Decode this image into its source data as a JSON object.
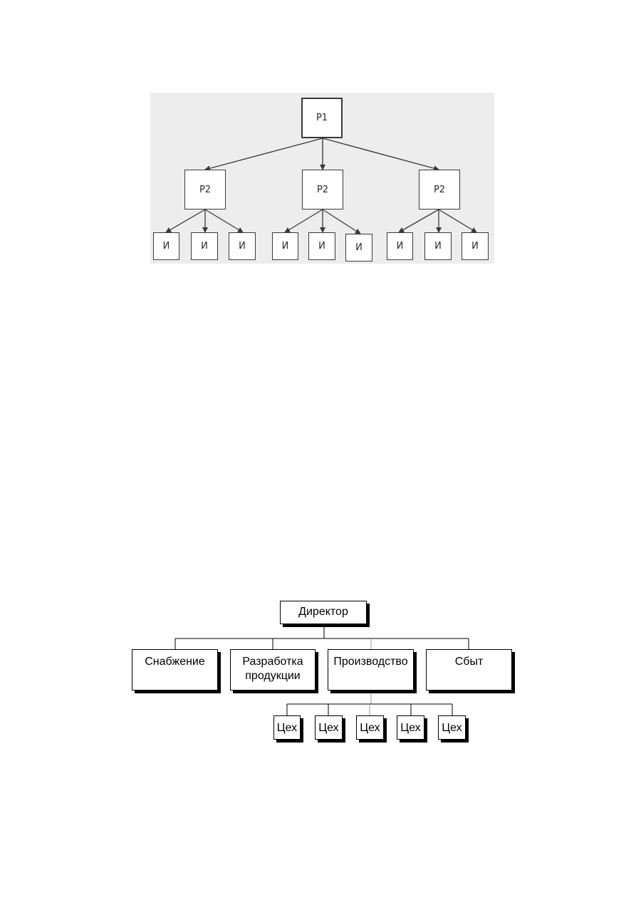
{
  "scan_diagram": {
    "root": "P1",
    "level2": [
      "P2",
      "P2",
      "P2"
    ],
    "leaves": [
      [
        "И",
        "И",
        "И"
      ],
      [
        "И",
        "И",
        "И"
      ],
      [
        "И",
        "И",
        "И"
      ]
    ]
  },
  "org_chart": {
    "top": "Директор",
    "departments": [
      "Снабжение",
      "Разработка\nпродукции",
      "Производство",
      "Сбыт"
    ],
    "workshops": [
      "Цех",
      "Цех",
      "Цех",
      "Цех",
      "Цех"
    ]
  }
}
